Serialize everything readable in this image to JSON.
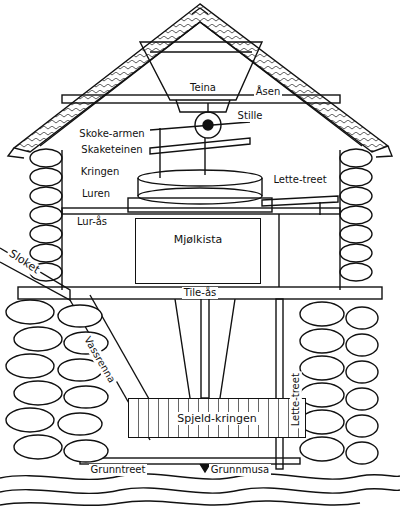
{
  "diagram": {
    "nodes": [
      {
        "text": [
          "Mjølkista"
        ]
      },
      {
        "text": [
          "Spjeld-kringen"
        ]
      }
    ],
    "labels": [
      "Teina",
      "Åsen",
      "Stille",
      "Skoke-armen",
      "Skaketeinen",
      "Kringen",
      "Luren",
      "Lur-ås",
      "Lette-treet",
      "Sloket",
      "Tile-ås",
      "Vassrenna",
      "Lette-treet",
      "Grunntreet",
      "Grunnmusa"
    ]
  }
}
